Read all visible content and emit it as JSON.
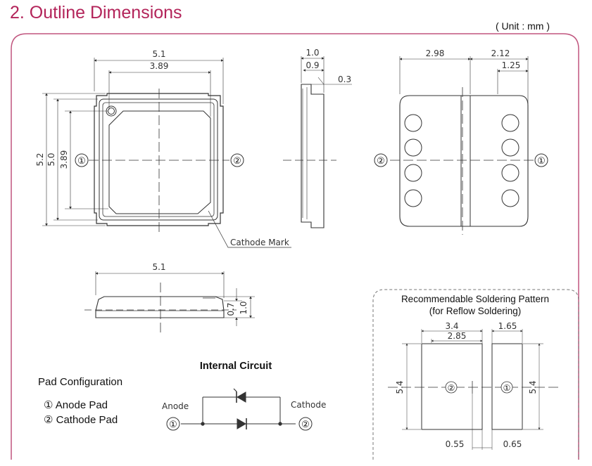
{
  "header": {
    "title": "2. Outline Dimensions",
    "unit": "( Unit : mm )"
  },
  "top_view": {
    "width_outer": "5.1",
    "width_inner": "3.89",
    "height_outer": "5.2",
    "height_mid": "5.0",
    "height_inner": "3.89",
    "pin_left": "①",
    "pin_right": "②",
    "cathode_mark": "Cathode Mark"
  },
  "side_view": {
    "d1": "1.0",
    "d2": "0.9",
    "d3": "0.3"
  },
  "bottom_view": {
    "d1": "2.98",
    "d2": "2.12",
    "d3": "1.25",
    "pin_left": "②",
    "pin_right": "①"
  },
  "front_view": {
    "width": "5.1",
    "h1": "0.7",
    "h2": "1.0"
  },
  "soldering": {
    "title_line1": "Recommendable Soldering Pattern",
    "title_line2": "(for Reflow Soldering)",
    "d_34": "3.4",
    "d_285": "2.85",
    "d_165": "1.65",
    "d_54_left": "5.4",
    "d_54_right": "5.4",
    "pin_left": "②",
    "pin_right": "①",
    "d_055": "0.55",
    "d_065": "0.65"
  },
  "internal_circuit": {
    "title": "Internal Circuit",
    "anode": "Anode",
    "cathode": "Cathode",
    "pin1": "①",
    "pin2": "②"
  },
  "pad_config": {
    "title": "Pad Configuration",
    "item1": "① Anode Pad",
    "item2": "② Cathode Pad"
  }
}
